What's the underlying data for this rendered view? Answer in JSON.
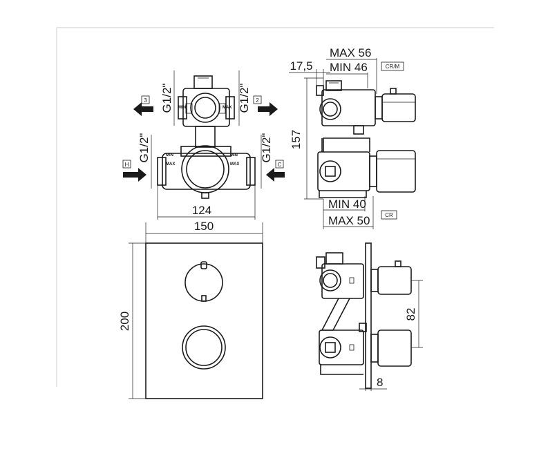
{
  "dimensions": {
    "max56": "MAX 56",
    "min46": "MIN 46",
    "offset": "17,5",
    "height_body": "157",
    "min40": "MIN 40",
    "max50": "MAX 50",
    "spacing_inlets": "124",
    "plate_width": "150",
    "plate_height": "200",
    "handle_spacing": "82",
    "plate_thickness": "8"
  },
  "thread_labels": {
    "upper_left": "G1/2\"",
    "upper_right": "G1/2\"",
    "lower_left": "G1/2\"",
    "lower_right": "G1/2\""
  },
  "flow_tags": {
    "outlet_3": "3",
    "outlet_2": "2",
    "hot": "H",
    "cold": "C"
  },
  "variant_tags": {
    "cr_m": "CR/M",
    "cr": "CR"
  },
  "body_markings": {
    "min": "MIN",
    "max": "MAX"
  }
}
